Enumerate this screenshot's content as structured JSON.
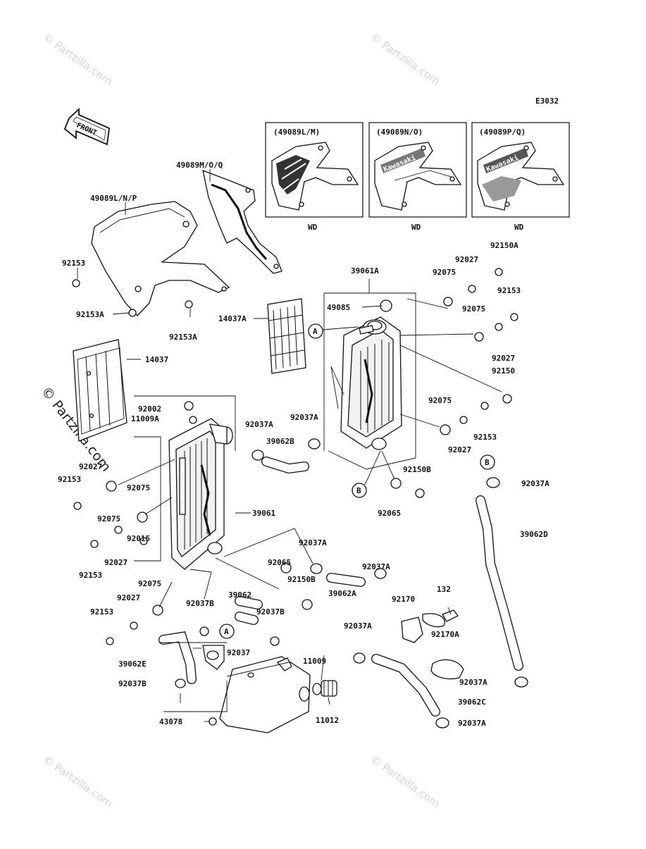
{
  "diagram_code": "E3032",
  "front_label": "FRONT",
  "watermark": "© Partzilla.com",
  "watermark_small": "© Partzilla.com",
  "variant_boxes": [
    {
      "title": "(49089L/M)",
      "note": "WD"
    },
    {
      "title": "(49089N/O)",
      "note": "WD"
    },
    {
      "title": "(49089P/Q)",
      "note": "WD"
    }
  ],
  "decal_text": "Kawasaki",
  "labels": [
    {
      "id": "49089MOQ",
      "text": "49089M/O/Q"
    },
    {
      "id": "49089LNP",
      "text": "49089L/N/P"
    },
    {
      "id": "92153-a",
      "text": "92153"
    },
    {
      "id": "92153A-a",
      "text": "92153A"
    },
    {
      "id": "92153A-b",
      "text": "92153A"
    },
    {
      "id": "14037A",
      "text": "14037A"
    },
    {
      "id": "14037",
      "text": "14037"
    },
    {
      "id": "39061A",
      "text": "39061A"
    },
    {
      "id": "49085",
      "text": "49085"
    },
    {
      "id": "92075-a",
      "text": "92075"
    },
    {
      "id": "92027-a",
      "text": "92027"
    },
    {
      "id": "92150A",
      "text": "92150A"
    },
    {
      "id": "92075-b",
      "text": "92075"
    },
    {
      "id": "92153-b",
      "text": "92153"
    },
    {
      "id": "92027-b",
      "text": "92027"
    },
    {
      "id": "92150",
      "text": "92150"
    },
    {
      "id": "92075-c",
      "text": "92075"
    },
    {
      "id": "92153-c",
      "text": "92153"
    },
    {
      "id": "92027-c",
      "text": "92027"
    },
    {
      "id": "92150B-a",
      "text": "92150B"
    },
    {
      "id": "92065-a",
      "text": "92065"
    },
    {
      "id": "92037A-a",
      "text": "92037A"
    },
    {
      "id": "92037A-b",
      "text": "92037A"
    },
    {
      "id": "39062B",
      "text": "39062B"
    },
    {
      "id": "92002",
      "text": "92002"
    },
    {
      "id": "11009A",
      "text": "11009A"
    },
    {
      "id": "92027-d",
      "text": "92027"
    },
    {
      "id": "92153-d",
      "text": "92153"
    },
    {
      "id": "92075-d",
      "text": "92075"
    },
    {
      "id": "92075-e",
      "text": "92075"
    },
    {
      "id": "39061",
      "text": "39061"
    },
    {
      "id": "92015",
      "text": "92015"
    },
    {
      "id": "92153-e",
      "text": "92153"
    },
    {
      "id": "92027-e",
      "text": "92027"
    },
    {
      "id": "92037A-c",
      "text": "92037A"
    },
    {
      "id": "92037A-d",
      "text": "92037A"
    },
    {
      "id": "39062D",
      "text": "39062D"
    },
    {
      "id": "92065-b",
      "text": "92065"
    },
    {
      "id": "92150B-b",
      "text": "92150B"
    },
    {
      "id": "39062A",
      "text": "39062A"
    },
    {
      "id": "92075-f",
      "text": "92075"
    },
    {
      "id": "92027-f",
      "text": "92027"
    },
    {
      "id": "92153-f",
      "text": "92153"
    },
    {
      "id": "92037B-a",
      "text": "92037B"
    },
    {
      "id": "39062",
      "text": "39062"
    },
    {
      "id": "92037B-b",
      "text": "92037B"
    },
    {
      "id": "92037",
      "text": "92037"
    },
    {
      "id": "39062E",
      "text": "39062E"
    },
    {
      "id": "92037B-c",
      "text": "92037B"
    },
    {
      "id": "92170",
      "text": "92170"
    },
    {
      "id": "132",
      "text": "132"
    },
    {
      "id": "92170A",
      "text": "92170A"
    },
    {
      "id": "92037A-e",
      "text": "92037A"
    },
    {
      "id": "11009",
      "text": "11009"
    },
    {
      "id": "11012",
      "text": "11012"
    },
    {
      "id": "39062C",
      "text": "39062C"
    },
    {
      "id": "92037A-f",
      "text": "92037A"
    },
    {
      "id": "92037A-g",
      "text": "92037A"
    },
    {
      "id": "43078",
      "text": "43078"
    },
    {
      "id": "92037A-h",
      "text": "92037A"
    }
  ],
  "markers": [
    {
      "id": "A1",
      "text": "A"
    },
    {
      "id": "B1",
      "text": "B"
    },
    {
      "id": "B2",
      "text": "B"
    },
    {
      "id": "A2",
      "text": "A"
    }
  ]
}
